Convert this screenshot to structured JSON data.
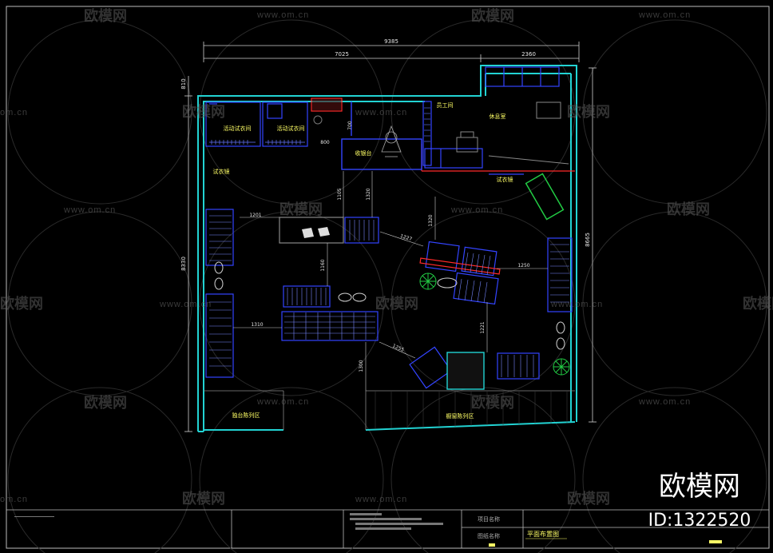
{
  "dimensions": {
    "overall_width": "9385",
    "left_width": "7025",
    "right_width": "2360",
    "left_height": "8330",
    "right_height": "8665",
    "top_offset": "810"
  },
  "room_labels": {
    "fitting_room_1": "活动试衣间",
    "fitting_room_2": "活动试衣间",
    "cashier": "收银台",
    "staff_room": "员工间",
    "lounge": "休息室",
    "mirror_left": "试衣镜",
    "mirror_right": "试衣镜",
    "table_display": "独台陈列区",
    "window_display": "橱窗陈列区"
  },
  "inner_dims": {
    "d_800": "800",
    "d_700": "700",
    "d_1105": "1105",
    "d_1320": "1320",
    "d_1201": "1201",
    "d_1227": "1227",
    "d_1320b": "1320",
    "d_1250": "1250",
    "d_1160": "1160",
    "d_1310": "1310",
    "d_1255": "1255",
    "d_1221": "1221",
    "d_1300": "1300"
  },
  "title_block": {
    "project_name_label": "项目名称",
    "drawing_name_label": "图纸名称",
    "drawing_name_value": "平面布置图"
  },
  "watermark": {
    "brand": "欧模网",
    "url": "www.om.cn",
    "url_short": "om.cn",
    "big_logo": "欧模网",
    "id_text": "ID:1322520"
  },
  "colors": {
    "background": "#000000",
    "wall": "#22d3d3",
    "furniture": "#3344ff",
    "dimension": "#e6e6e6",
    "label": "#ffff66",
    "red": "#ff2a2a",
    "green": "#22cc44"
  }
}
